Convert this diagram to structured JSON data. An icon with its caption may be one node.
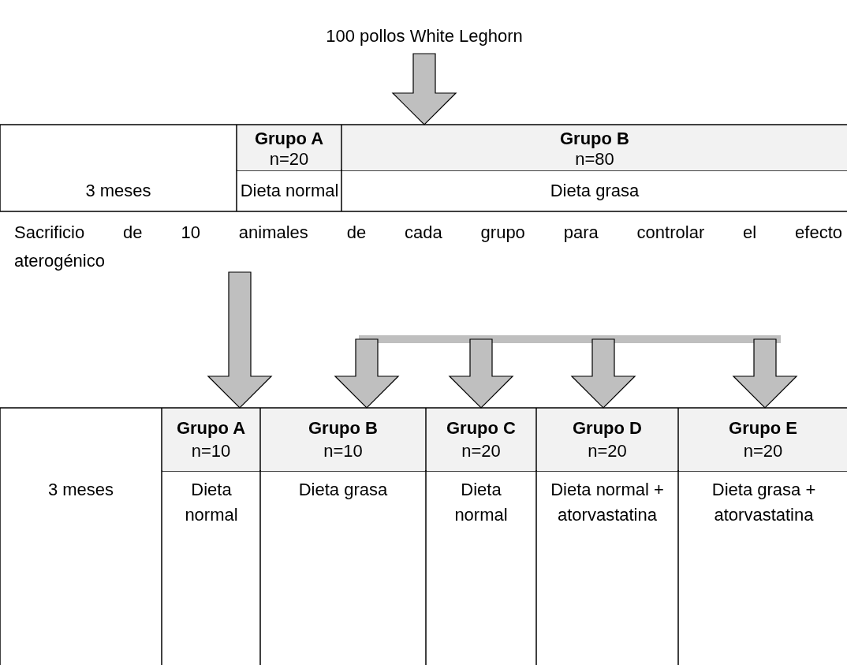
{
  "diagram": {
    "nodes": [
      {
        "text": [
          "100 pollos White Leghorn"
        ]
      },
      {
        "text": [
          "Grupo A",
          "n=20"
        ]
      },
      {
        "text": [
          "Grupo B",
          "n=80"
        ]
      },
      {
        "text": [
          "Grupo A",
          "n=10"
        ]
      },
      {
        "text": [
          "Grupo B",
          "n=10"
        ]
      },
      {
        "text": [
          "Grupo C",
          "n=20"
        ]
      },
      {
        "text": [
          "Grupo D",
          "n=20"
        ]
      },
      {
        "text": [
          "Grupo E",
          "n=20"
        ]
      }
    ],
    "edges": [
      {
        "from": 0,
        "to": 2,
        "arrow": "to"
      },
      {
        "from": null,
        "to": 3,
        "arrow": "to"
      },
      {
        "from": null,
        "to": 4,
        "arrow": "to"
      },
      {
        "from": null,
        "to": 5,
        "arrow": "to"
      },
      {
        "from": null,
        "to": 6,
        "arrow": "to"
      },
      {
        "from": null,
        "to": 7,
        "arrow": "to"
      }
    ],
    "labels": [
      "3 meses",
      "Dieta normal",
      "Dieta grasa",
      "Sacrificio de 10 animales de cada grupo para controlar el efecto aterogénico",
      "3 meses",
      "Dieta normal",
      "Dieta grasa",
      "Dieta normal",
      "Dieta normal + atorvastatina",
      "Dieta grasa + atorvastatina"
    ]
  }
}
